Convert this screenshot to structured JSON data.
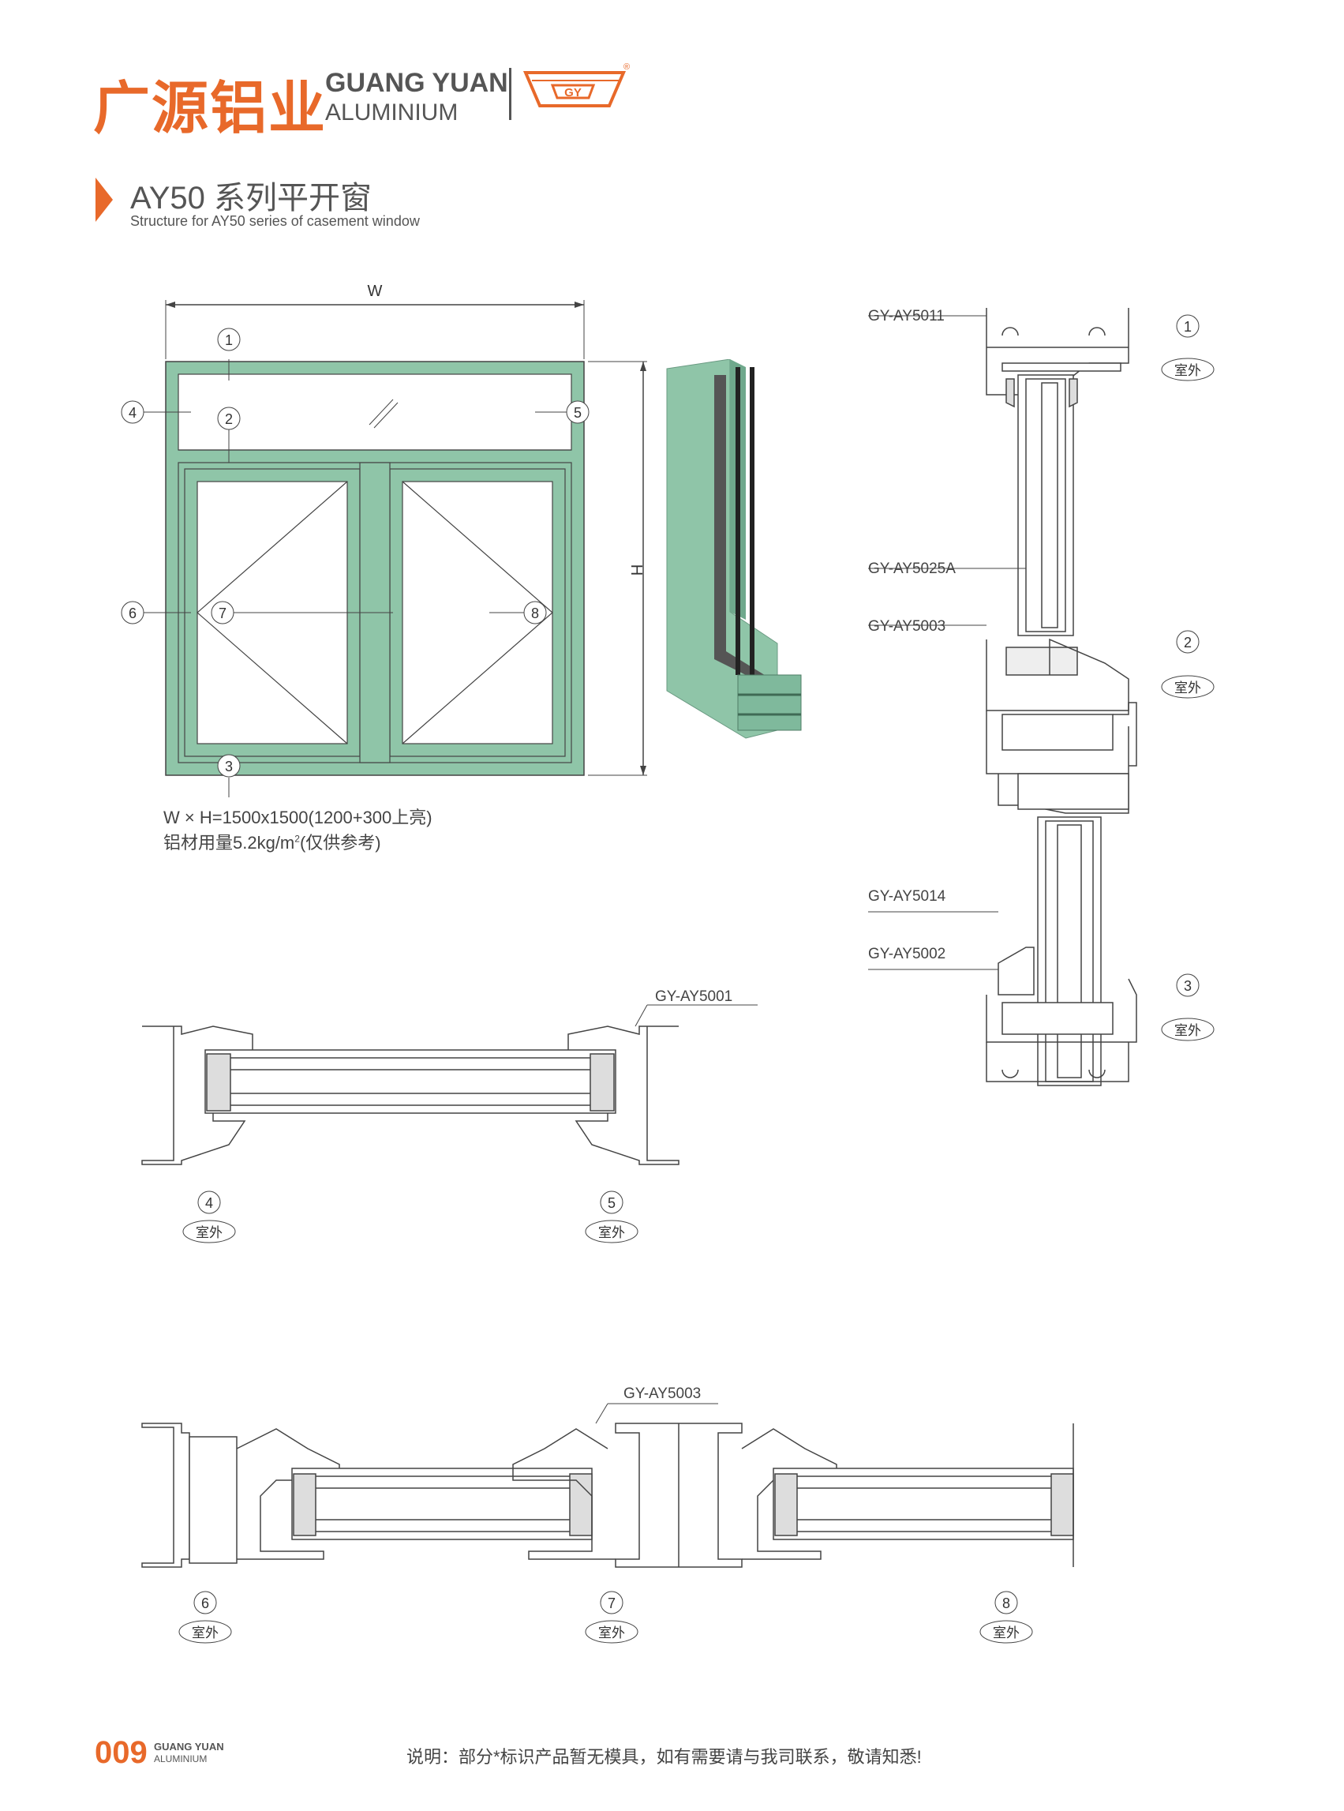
{
  "header": {
    "brand_cn": "广源铝业",
    "brand_en_line1": "GUANG YUAN",
    "brand_en_line2": "ALUMINIUM",
    "logo_mark": "GY",
    "logo_registered": "®"
  },
  "section": {
    "title": "AY50 系列平开窗",
    "subtitle": "Structure for AY50 series of casement window"
  },
  "elevation": {
    "width_label": "W",
    "height_label": "H",
    "callouts": [
      "1",
      "2",
      "3",
      "4",
      "5",
      "6",
      "7",
      "8"
    ],
    "spec_line1": "W × H=1500x1500(1200+300上亮)",
    "spec_line2_prefix": "铝材用量5.2kg/m",
    "spec_line2_sup": "2",
    "spec_line2_suffix": "(仅供参考)"
  },
  "profile_labels": {
    "vertical": [
      "GY-AY5011",
      "GY-AY5025A",
      "GY-AY5003",
      "GY-AY5014",
      "GY-AY5002"
    ],
    "horizontal_top": "GY-AY5001",
    "horizontal_bottom": "GY-AY5003"
  },
  "section_callouts": {
    "vertical": [
      "1",
      "2",
      "3"
    ],
    "horizontal_top": [
      "4",
      "5"
    ],
    "horizontal_bottom": [
      "6",
      "7",
      "8"
    ],
    "exterior_tag": "室外"
  },
  "footer": {
    "page_number": "009",
    "brand_line1": "GUANG YUAN",
    "brand_line2": "ALUMINIUM",
    "note": "说明：部分*标识产品暂无模具，如有需要请与我司联系，敬请知悉!"
  },
  "colors": {
    "accent": "#e8692a",
    "frame_green": "#8fc5a8",
    "line": "#444444"
  }
}
